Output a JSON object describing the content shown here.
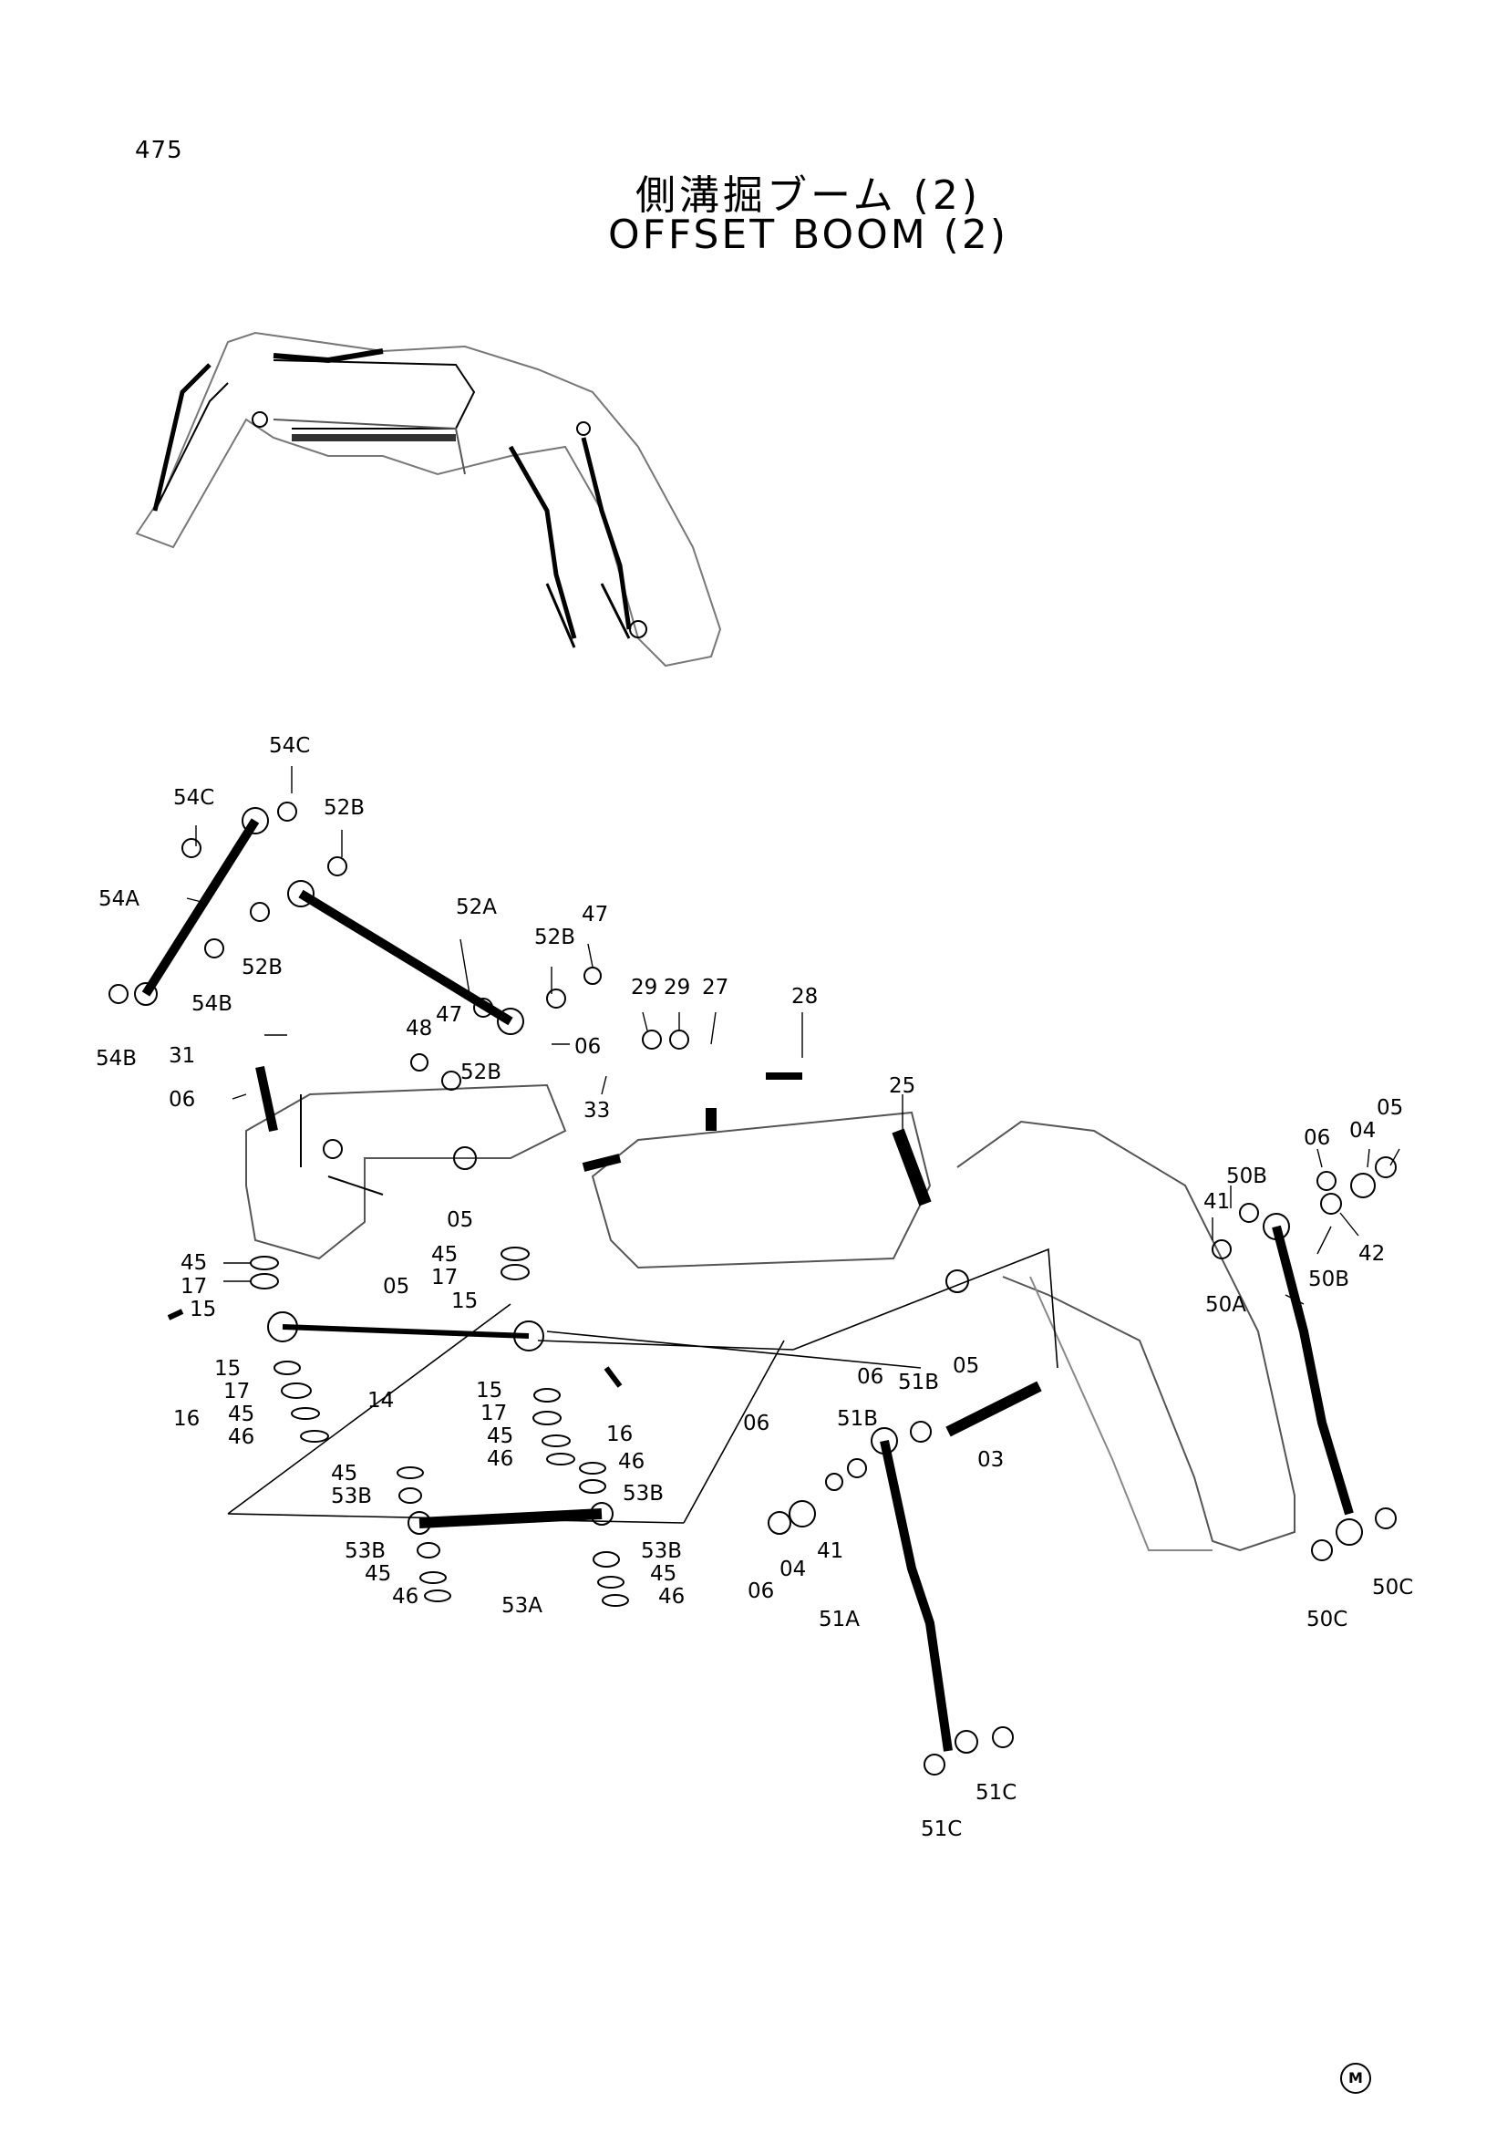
{
  "page": {
    "number": "475"
  },
  "title": {
    "jp": "側溝掘ブーム (2)",
    "en": "OFFSET BOOM (2)"
  },
  "mark": "M",
  "callouts": [
    {
      "id": "c1",
      "text": "54C"
    },
    {
      "id": "c2",
      "text": "54C"
    },
    {
      "id": "c3",
      "text": "52B"
    },
    {
      "id": "c4",
      "text": "54A"
    },
    {
      "id": "c5",
      "text": "52A"
    },
    {
      "id": "c6",
      "text": "47"
    },
    {
      "id": "c7",
      "text": "52B"
    },
    {
      "id": "c8",
      "text": "52B"
    },
    {
      "id": "c9",
      "text": "54B"
    },
    {
      "id": "c10",
      "text": "54B"
    },
    {
      "id": "c11",
      "text": "29"
    },
    {
      "id": "c12",
      "text": "29"
    },
    {
      "id": "c13",
      "text": "27"
    },
    {
      "id": "c14",
      "text": "28"
    },
    {
      "id": "c15",
      "text": "31"
    },
    {
      "id": "c16",
      "text": "48"
    },
    {
      "id": "c17",
      "text": "47"
    },
    {
      "id": "c18",
      "text": "06"
    },
    {
      "id": "c19",
      "text": "52B"
    },
    {
      "id": "c20",
      "text": "06"
    },
    {
      "id": "c21",
      "text": "33"
    },
    {
      "id": "c22",
      "text": "25"
    },
    {
      "id": "c23",
      "text": "05"
    },
    {
      "id": "c24",
      "text": "06"
    },
    {
      "id": "c25",
      "text": "04"
    },
    {
      "id": "c26",
      "text": "05"
    },
    {
      "id": "c27",
      "text": "50B"
    },
    {
      "id": "c28",
      "text": "41"
    },
    {
      "id": "c29",
      "text": "42"
    },
    {
      "id": "c30",
      "text": "50B"
    },
    {
      "id": "c31",
      "text": "45"
    },
    {
      "id": "c32",
      "text": "45"
    },
    {
      "id": "c33",
      "text": "17"
    },
    {
      "id": "c34",
      "text": "17"
    },
    {
      "id": "c35",
      "text": "05"
    },
    {
      "id": "c36",
      "text": "15"
    },
    {
      "id": "c37",
      "text": "15"
    },
    {
      "id": "c38",
      "text": "50A"
    },
    {
      "id": "c39",
      "text": "15"
    },
    {
      "id": "c40",
      "text": "06"
    },
    {
      "id": "c41",
      "text": "05"
    },
    {
      "id": "c42",
      "text": "16"
    },
    {
      "id": "c43",
      "text": "14"
    },
    {
      "id": "c44",
      "text": "17"
    },
    {
      "id": "c45",
      "text": "15"
    },
    {
      "id": "c46",
      "text": "45"
    },
    {
      "id": "c47",
      "text": "17"
    },
    {
      "id": "c48",
      "text": "51B"
    },
    {
      "id": "c49",
      "text": "16"
    },
    {
      "id": "c50",
      "text": "46"
    },
    {
      "id": "c51",
      "text": "45"
    },
    {
      "id": "c52",
      "text": "51B"
    },
    {
      "id": "c53",
      "text": "03"
    },
    {
      "id": "c54",
      "text": "06"
    },
    {
      "id": "c55",
      "text": "46"
    },
    {
      "id": "c56",
      "text": "45"
    },
    {
      "id": "c57",
      "text": "46"
    },
    {
      "id": "c58",
      "text": "53B"
    },
    {
      "id": "c59",
      "text": "53B"
    },
    {
      "id": "c60",
      "text": "53B"
    },
    {
      "id": "c61",
      "text": "53B"
    },
    {
      "id": "c62",
      "text": "45"
    },
    {
      "id": "c63",
      "text": "45"
    },
    {
      "id": "c64",
      "text": "04"
    },
    {
      "id": "c65",
      "text": "41"
    },
    {
      "id": "c66",
      "text": "46"
    },
    {
      "id": "c67",
      "text": "46"
    },
    {
      "id": "c68",
      "text": "53A"
    },
    {
      "id": "c69",
      "text": "06"
    },
    {
      "id": "c70",
      "text": "51A"
    },
    {
      "id": "c71",
      "text": "50C"
    },
    {
      "id": "c72",
      "text": "50C"
    },
    {
      "id": "c73",
      "text": "51C"
    },
    {
      "id": "c74",
      "text": "51C"
    }
  ]
}
